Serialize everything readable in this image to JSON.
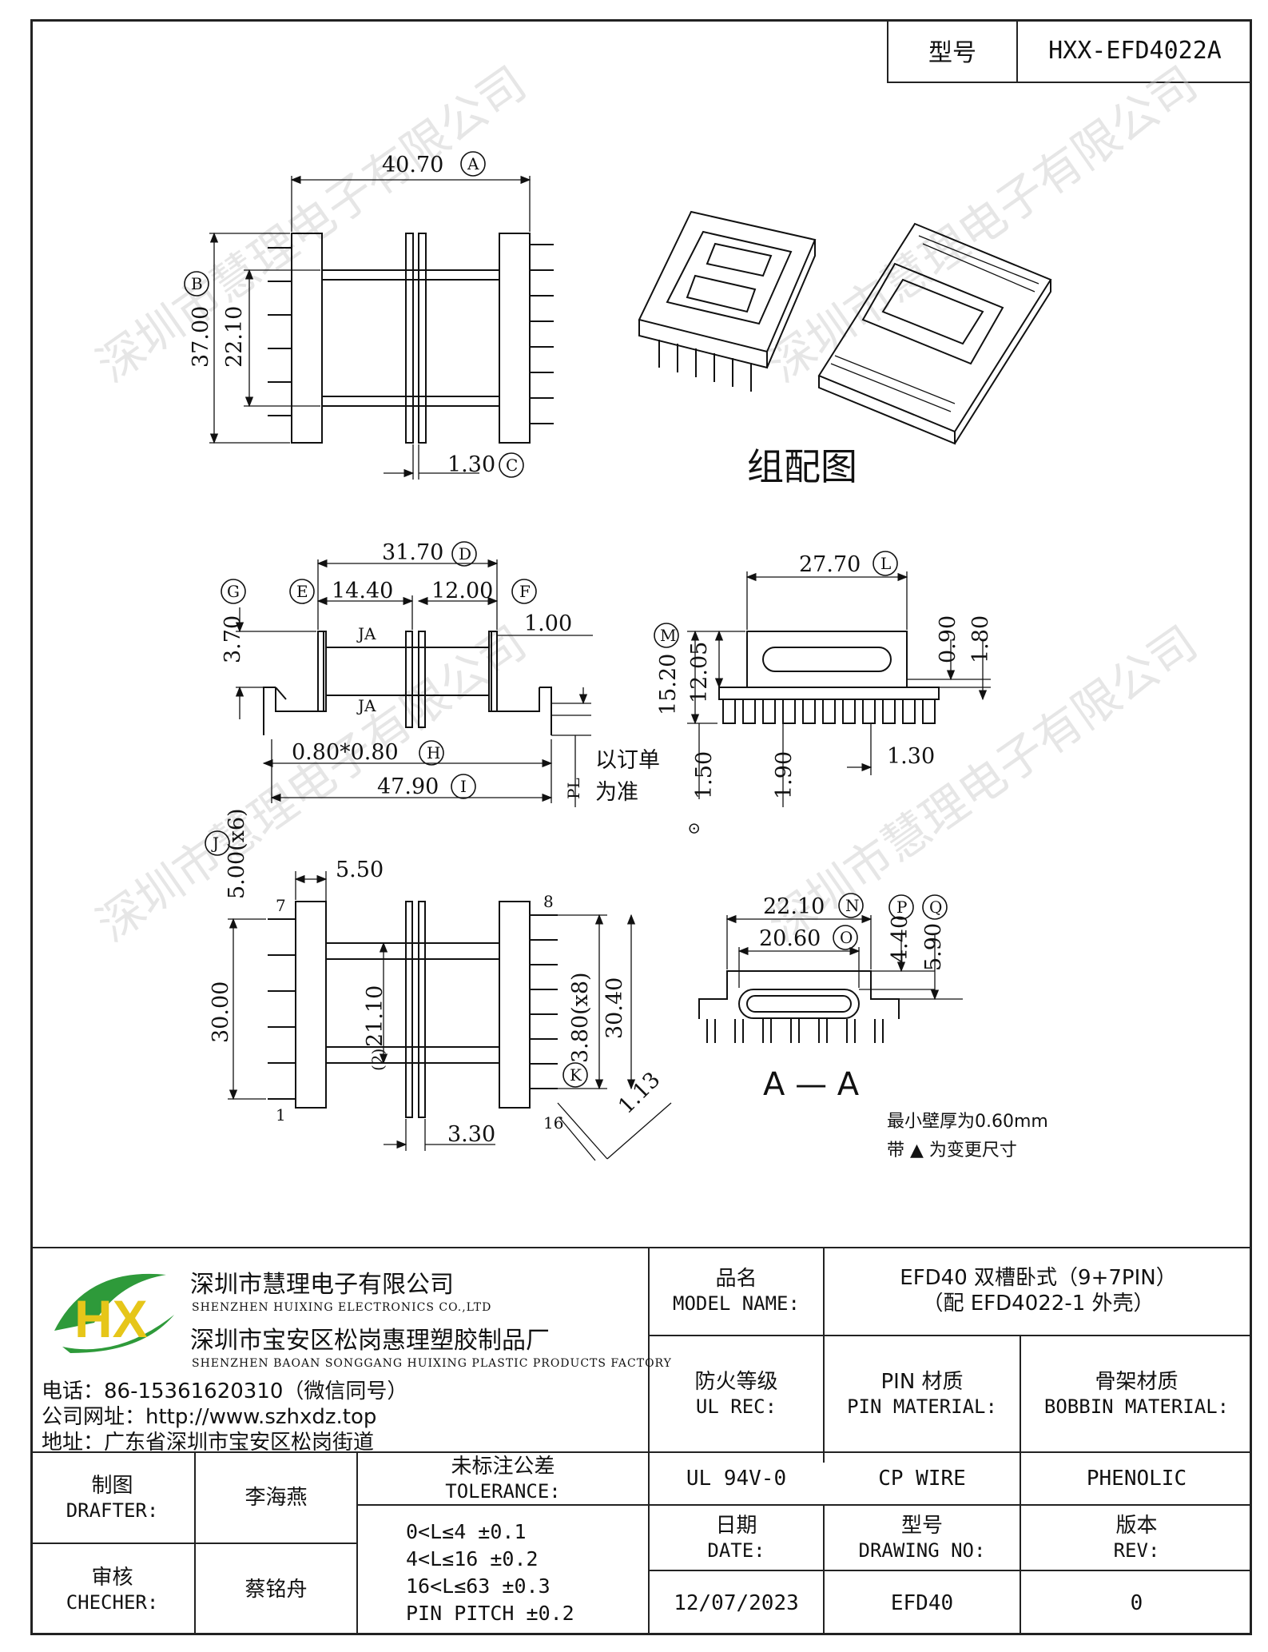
{
  "header": {
    "model_label": "型号",
    "model_value": "HXX-EFD4022A"
  },
  "drawing": {
    "assembly_label": "组配图",
    "section_label": "A — A",
    "top_view": {
      "dims": [
        "40.70",
        "37.00",
        "22.10",
        "1.30"
      ],
      "circles": [
        "A",
        "B",
        "C"
      ]
    },
    "front_view": {
      "dims": [
        "31.70",
        "14.40",
        "12.00",
        "3.70",
        "1.00",
        "0.80*0.80",
        "47.90",
        "PL"
      ],
      "circles": [
        "D",
        "E",
        "F",
        "G",
        "H",
        "I"
      ],
      "marks": [
        "JA",
        "JA"
      ],
      "note_1": "以订单",
      "note_2": "为准"
    },
    "side_view": {
      "dims": [
        "27.70",
        "0.90",
        "1.80",
        "15.20",
        "12.05",
        "1.50",
        "1.90",
        "1.30"
      ],
      "circles": [
        "L",
        "M"
      ],
      "mark": "⊙"
    },
    "bottom_view": {
      "dims": [
        "5.00(x6)",
        "5.50",
        "30.00",
        "21.10",
        "3.80(x8)",
        "30.40",
        "1.13",
        "3.30"
      ],
      "circles": [
        "J",
        "K"
      ],
      "pins": [
        "7",
        "1",
        "8",
        "16"
      ],
      "mark": "(2)"
    },
    "section_view": {
      "dims": [
        "22.10",
        "20.60",
        "4.40",
        "5.90"
      ],
      "circles": [
        "N",
        "O",
        "P",
        "Q"
      ]
    },
    "notes": [
      "最小壁厚为0.60mm",
      "带 ▲ 为变更尺寸"
    ],
    "watermark": "深圳市慧理电子有限公司"
  },
  "title_block": {
    "company_cn_1": "深圳市慧理电子有限公司",
    "company_en_1": "SHENZHEN HUIXING ELECTRONICS CO.,LTD",
    "company_cn_2": "深圳市宝安区松岗惠理塑胶制品厂",
    "company_en_2": "SHENZHEN BAOAN SONGGANG HUIXING PLASTIC PRODUCTS FACTORY",
    "phone": "电话：86-15361620310（微信同号）",
    "website": "公司网址：http://www.szhxdz.top",
    "address": "地址：广东省深圳市宝安区松岗街道",
    "logo_text": "HX",
    "model_name_cn": "品名",
    "model_name_en": "MODEL NAME:",
    "model_name_value_1": "EFD40 双槽卧式（9+7PIN）",
    "model_name_value_2": "（配 EFD4022-1 外壳）",
    "ul_rec_cn": "防火等级",
    "ul_rec_en": "UL REC:",
    "pin_material_cn": "PIN 材质",
    "pin_material_en": "PIN MATERIAL:",
    "bobbin_material_cn": "骨架材质",
    "bobbin_material_en": "BOBBIN MATERIAL:",
    "ul_value": "UL 94V-0",
    "pin_value": "CP WIRE",
    "bobbin_value": "PHENOLIC",
    "drafter_cn": "制图",
    "drafter_en": "DRAFTER:",
    "drafter_name": "李海燕",
    "checker_cn": "审核",
    "checker_en": "CHECHER:",
    "checker_name": "蔡铭舟",
    "tolerance_cn": "未标注公差",
    "tolerance_en": "TOLERANCE:",
    "tolerances": [
      "0<L≤4  ±0.1",
      "4<L≤16 ±0.2",
      "16<L≤63 ±0.3",
      "PIN PITCH ±0.2"
    ],
    "date_cn": "日期",
    "date_en": "DATE:",
    "date_value": "12/07/2023",
    "drawing_no_cn": "型号",
    "drawing_no_en": "DRAWING NO:",
    "drawing_no_value": "EFD40",
    "rev_cn": "版本",
    "rev_en": "REV:",
    "rev_value": "0"
  },
  "colors": {
    "logo_green": "#2e9a3a",
    "logo_yellow": "#e6c619",
    "line": "#111111",
    "watermark": "#c9c9c9"
  }
}
